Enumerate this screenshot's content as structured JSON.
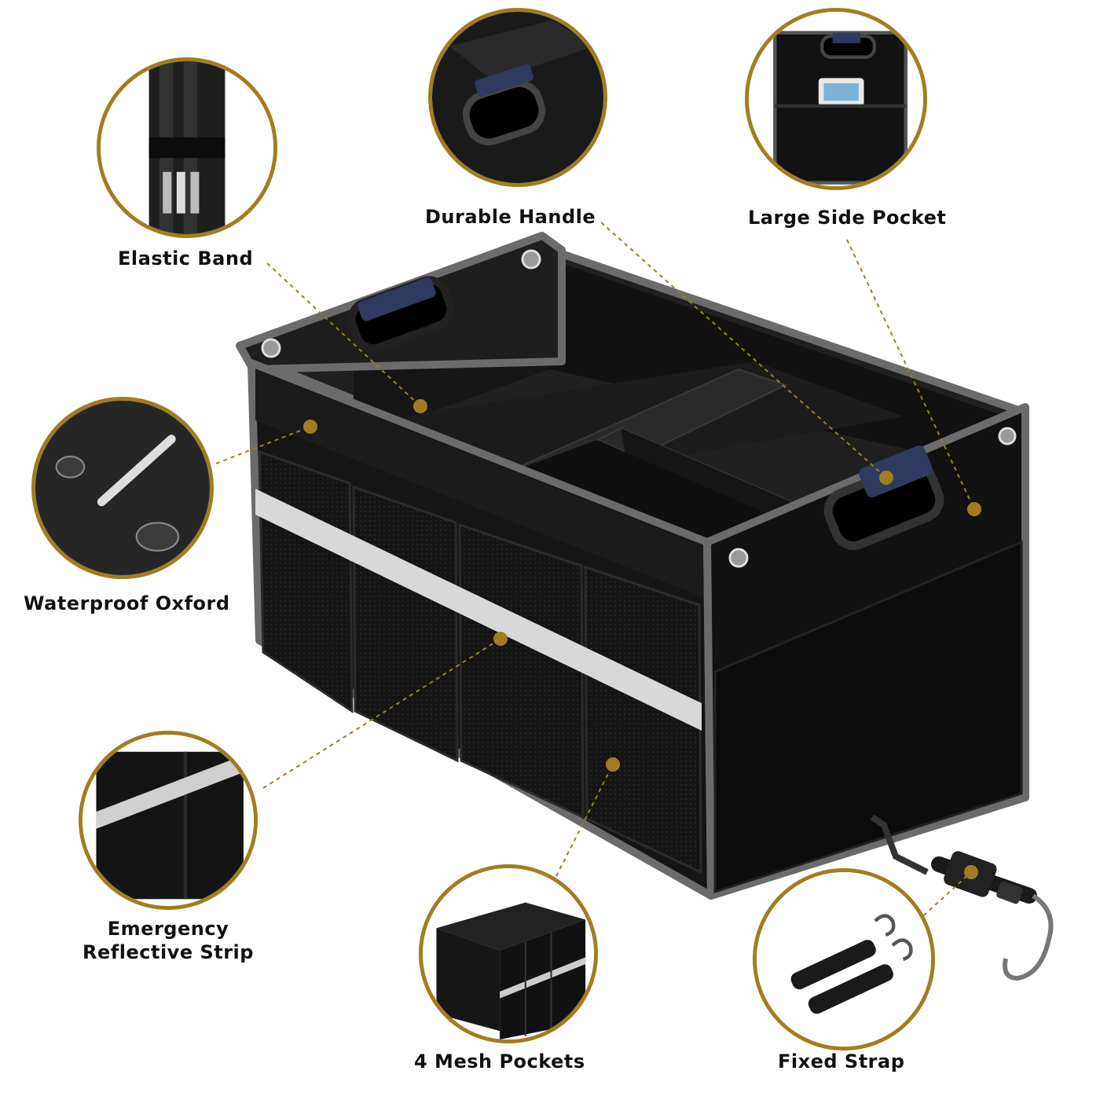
{
  "features": {
    "elastic_band": "Elastic Band",
    "durable_handle": "Durable Handle",
    "large_side_pocket": "Large Side Pocket",
    "waterproof_oxford": "Waterproof Oxford",
    "reflective_line1": "Emergency",
    "reflective_line2": "Reflective Strip",
    "mesh_pockets": "4 Mesh Pockets",
    "fixed_strap": "Fixed Strap"
  },
  "colors": {
    "accent_gold": "#a17d22",
    "fabric": "#1a1a1a",
    "trim": "#6b6b6b",
    "handle_strap": "#2e3a5e",
    "reflective": "#d8d8d8"
  }
}
